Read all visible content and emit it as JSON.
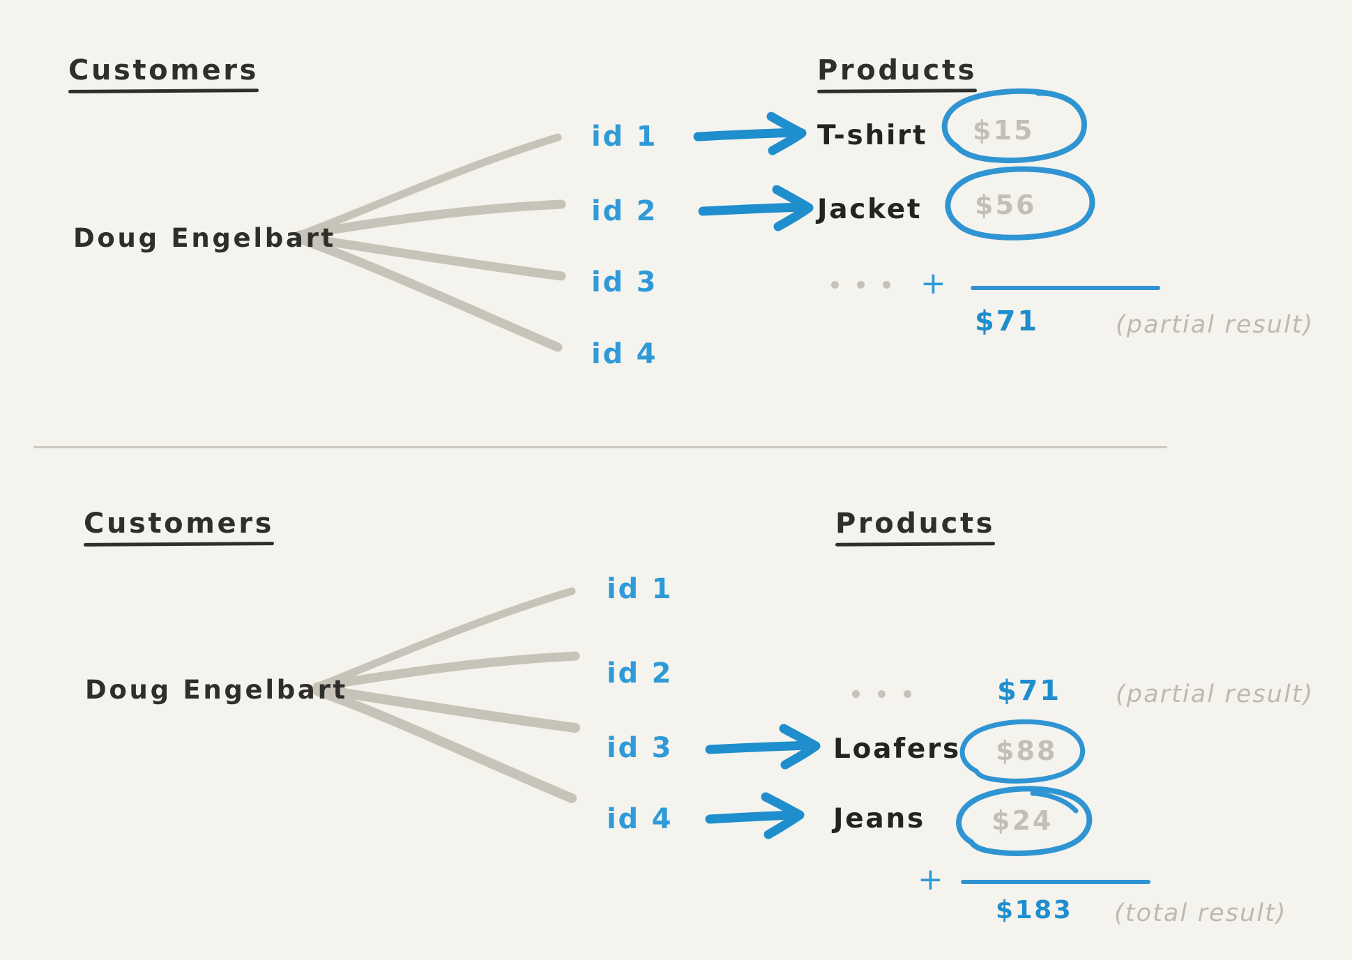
{
  "meta": {
    "background_color": "#f4f3ee",
    "accent_blue": "#2f94d2",
    "ink_black": "#2e2e2c",
    "muted_grey": "#c3bfb7"
  },
  "panels": [
    {
      "id": "panel-top",
      "customers_heading": "Customers",
      "products_heading": "Products",
      "customer_name": "Doug Engelbart",
      "ids": [
        "id 1",
        "id 2",
        "id 3",
        "id 4"
      ],
      "rows": [
        {
          "id": "id 1",
          "product": "T-shirt",
          "price": "$15",
          "has_arrow": true,
          "circled": true
        },
        {
          "id": "id 2",
          "product": "Jacket",
          "price": "$56",
          "has_arrow": true,
          "circled": true
        },
        {
          "id": "id 3",
          "product": "",
          "price": "",
          "has_arrow": false,
          "circled": false
        },
        {
          "id": "id 4",
          "product": "",
          "price": "",
          "has_arrow": false,
          "circled": false
        }
      ],
      "ellipsis": "...",
      "plus_sign": "+",
      "sum_value": "$71",
      "sum_annotation": "(partial result)"
    },
    {
      "id": "panel-bottom",
      "customers_heading": "Customers",
      "products_heading": "Products",
      "customer_name": "Doug Engelbart",
      "ids": [
        "id 1",
        "id 2",
        "id 3",
        "id 4"
      ],
      "rows": [
        {
          "id": "id 1",
          "product": "",
          "price": "",
          "has_arrow": false,
          "circled": false
        },
        {
          "id": "id 2",
          "product": "",
          "price": "",
          "has_arrow": false,
          "circled": false
        },
        {
          "id": "id 3",
          "product": "Loafers",
          "price": "$88",
          "has_arrow": true,
          "circled": true
        },
        {
          "id": "id 4",
          "product": "Jeans",
          "price": "$24",
          "has_arrow": true,
          "circled": true
        }
      ],
      "ellipsis": "...",
      "carry_value": "$71",
      "carry_annotation": "(partial result)",
      "plus_sign": "+",
      "sum_value": "$183",
      "sum_annotation": "(total result)"
    }
  ]
}
